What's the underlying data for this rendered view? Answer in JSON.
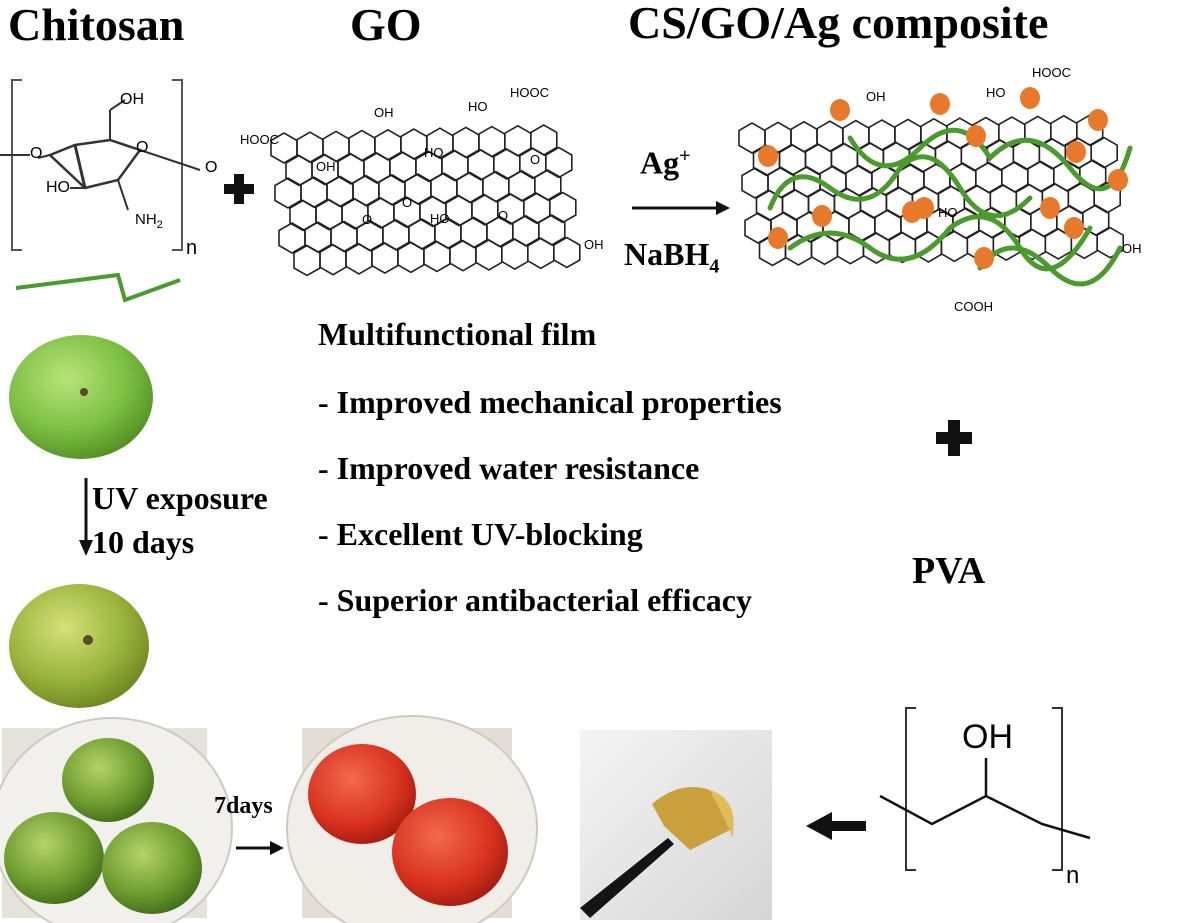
{
  "titles": {
    "chitosan": "Chitosan",
    "go": "GO",
    "composite": "CS/GO/Ag composite"
  },
  "chitosan_structure": {
    "oh_top": "OH",
    "o_ring": "O",
    "ho_left": "HO",
    "nh2": "NH",
    "nh2_sub": "2",
    "o_right": "O",
    "subscript_n": "n"
  },
  "go_structure": {
    "hooc_left": "HOOC",
    "oh_a": "OH",
    "oh_b": "OH",
    "ho_a": "HO",
    "ho_b": "HO",
    "hooc_top": "HOOC",
    "oh_bottom": "OH",
    "o_labels": [
      "O",
      "O",
      "O",
      "O"
    ]
  },
  "composite_structure": {
    "oh_top": "OH",
    "ho_top": "HO",
    "hooc_top": "HOOC",
    "ho_mid": "HO",
    "oh_right": "OH",
    "cooh_bottom": "COOH"
  },
  "reaction": {
    "reagent_top": "Ag",
    "reagent_top_sup": "+",
    "reagent_bottom": "NaBH",
    "reagent_bottom_sub": "4"
  },
  "film": {
    "heading": "Multifunctional film",
    "properties": [
      "- Improved mechanical properties",
      "- Improved water resistance",
      "- Excellent UV-blocking",
      "- Superior antibacterial efficacy"
    ]
  },
  "uv": {
    "line1": "UV exposure",
    "line2": "10 days"
  },
  "storage": {
    "label": "7days"
  },
  "pva": {
    "label": "PVA",
    "oh": "OH",
    "subscript_n": "n"
  },
  "colors": {
    "chitosan_chain": "#4a9a2e",
    "silver_particle": "#e8782a",
    "apple_green": "#7cc043",
    "tomato_red": "#d8321e",
    "film_amber": "#c89a2e"
  }
}
